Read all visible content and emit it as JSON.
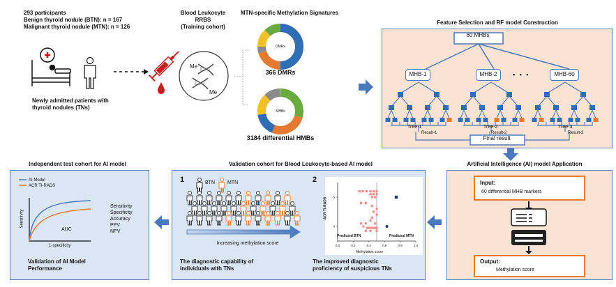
{
  "top_left": {
    "title": "293 participants",
    "btn_line": "Benign thyroid nodule (BTN): n = 167",
    "mtn_line": "Malignant thyroid nodule (MTN): n = 126",
    "caption1": "Newly admitted patients with",
    "caption2": "thyroid nodules (TNs)"
  },
  "rrbs": {
    "line1": "Blood Leukocyte",
    "line2": "RRBS",
    "line3": "(Training cohort)",
    "me1": "Me",
    "me2": "Me"
  },
  "signatures": {
    "title": "MTN-specific Methylation Signatures",
    "donut1_center": "DMRs",
    "donut1_label": "366 DMRs",
    "donut2_center": "MHBs",
    "donut2_label": "3184 differential HMBs"
  },
  "feature": {
    "title": "Feature Selection and RF model Construction",
    "top_node": "60 MHBs",
    "nodes": [
      "MHB-1",
      "MHB-2",
      "MHB-60"
    ],
    "ellipsis": "• • •",
    "trees": [
      "Tree-1",
      "Tree-2",
      "Tree-3"
    ],
    "results": [
      "Result-1",
      "Result-2",
      "Result-3"
    ],
    "final": "Final result"
  },
  "ai_app": {
    "title": "Artificial Intelligence (AI) model Application",
    "input_title": "Input:",
    "input_text": "60 differential MHB markers",
    "output_title": "Output:",
    "output_text": "Methylation score"
  },
  "validation": {
    "title": "Validation cohort for Blood Leukocyte-based AI model",
    "num1": "1",
    "num2": "2",
    "legend_btn": "BTN",
    "legend_mtn": "MTN",
    "arrow_label": "Increasing methylation score",
    "cap1a": "The diagnostic capability of",
    "cap1b": "individuals with TNs",
    "cap2a": "The improved diagnostic",
    "cap2b": "proficiency of suspicious TNs"
  },
  "scatter": {
    "ylabel": "ACR TI-RADS",
    "xlabel": "Methylation score",
    "pred_btn": "Predicted BTN",
    "pred_mtn": "Predicted MTN",
    "xticks": [
      "0.0",
      "0.2",
      "0.4",
      "0.6",
      "0.8",
      "1.0"
    ],
    "yticks": [
      "5",
      "4"
    ]
  },
  "chart_data": {
    "type": "scatter",
    "xlabel": "Methylation score",
    "ylabel": "ACR TI-RADS",
    "xlim": [
      0,
      1
    ],
    "ylim": [
      3.5,
      5.5
    ],
    "series": [
      {
        "name": "Predicted BTN",
        "color": "#f08a8a",
        "points": [
          [
            0.28,
            5.2
          ],
          [
            0.32,
            5.2
          ],
          [
            0.37,
            5.2
          ],
          [
            0.42,
            5.2
          ],
          [
            0.46,
            5.2
          ],
          [
            0.5,
            5.2
          ],
          [
            0.42,
            5.1
          ],
          [
            0.46,
            5.1
          ],
          [
            0.5,
            5.1
          ],
          [
            0.44,
            5.0
          ],
          [
            0.48,
            5.0
          ],
          [
            0.3,
            4.8
          ],
          [
            0.36,
            4.8
          ],
          [
            0.44,
            4.7
          ],
          [
            0.5,
            4.6
          ],
          [
            0.46,
            4.5
          ],
          [
            0.5,
            4.4
          ],
          [
            0.44,
            4.3
          ],
          [
            0.3,
            4.1
          ],
          [
            0.36,
            4.1
          ],
          [
            0.42,
            4.2
          ],
          [
            0.48,
            4.1
          ],
          [
            0.33,
            4.0
          ],
          [
            0.38,
            3.95
          ],
          [
            0.4,
            3.95
          ],
          [
            0.43,
            3.95
          ],
          [
            0.46,
            3.95
          ],
          [
            0.48,
            3.95
          ],
          [
            0.5,
            3.95
          ],
          [
            0.36,
            3.85
          ],
          [
            0.42,
            3.85
          ],
          [
            0.5,
            3.85
          ]
        ]
      },
      {
        "name": "Predicted MTN",
        "color": "#1f3a6d",
        "points": [
          [
            0.75,
            5.0
          ],
          [
            0.63,
            4.0
          ]
        ]
      }
    ]
  },
  "independent": {
    "title": "Independent test cohort for AI model",
    "legend_ai": "AI Model",
    "legend_acr": "ACR TI-RADS",
    "ylabel": "Sensitivity",
    "xlabel": "1-specificity",
    "auc": "AUC",
    "metrics": [
      "Sensitivity",
      "Specificity",
      "Accuracy",
      "PPV",
      "NPV"
    ],
    "cap1": "Validation of AI Model",
    "cap2": "Performance"
  },
  "colors": {
    "blue_panel": "#dbe6f4",
    "peach_panel": "#fbe3d3",
    "panel_border": "#5a86c0",
    "orange": "#e57b32",
    "arrow": "#4a78bd",
    "ai_line": "#4a78bd",
    "acr_line": "#e57b32"
  }
}
